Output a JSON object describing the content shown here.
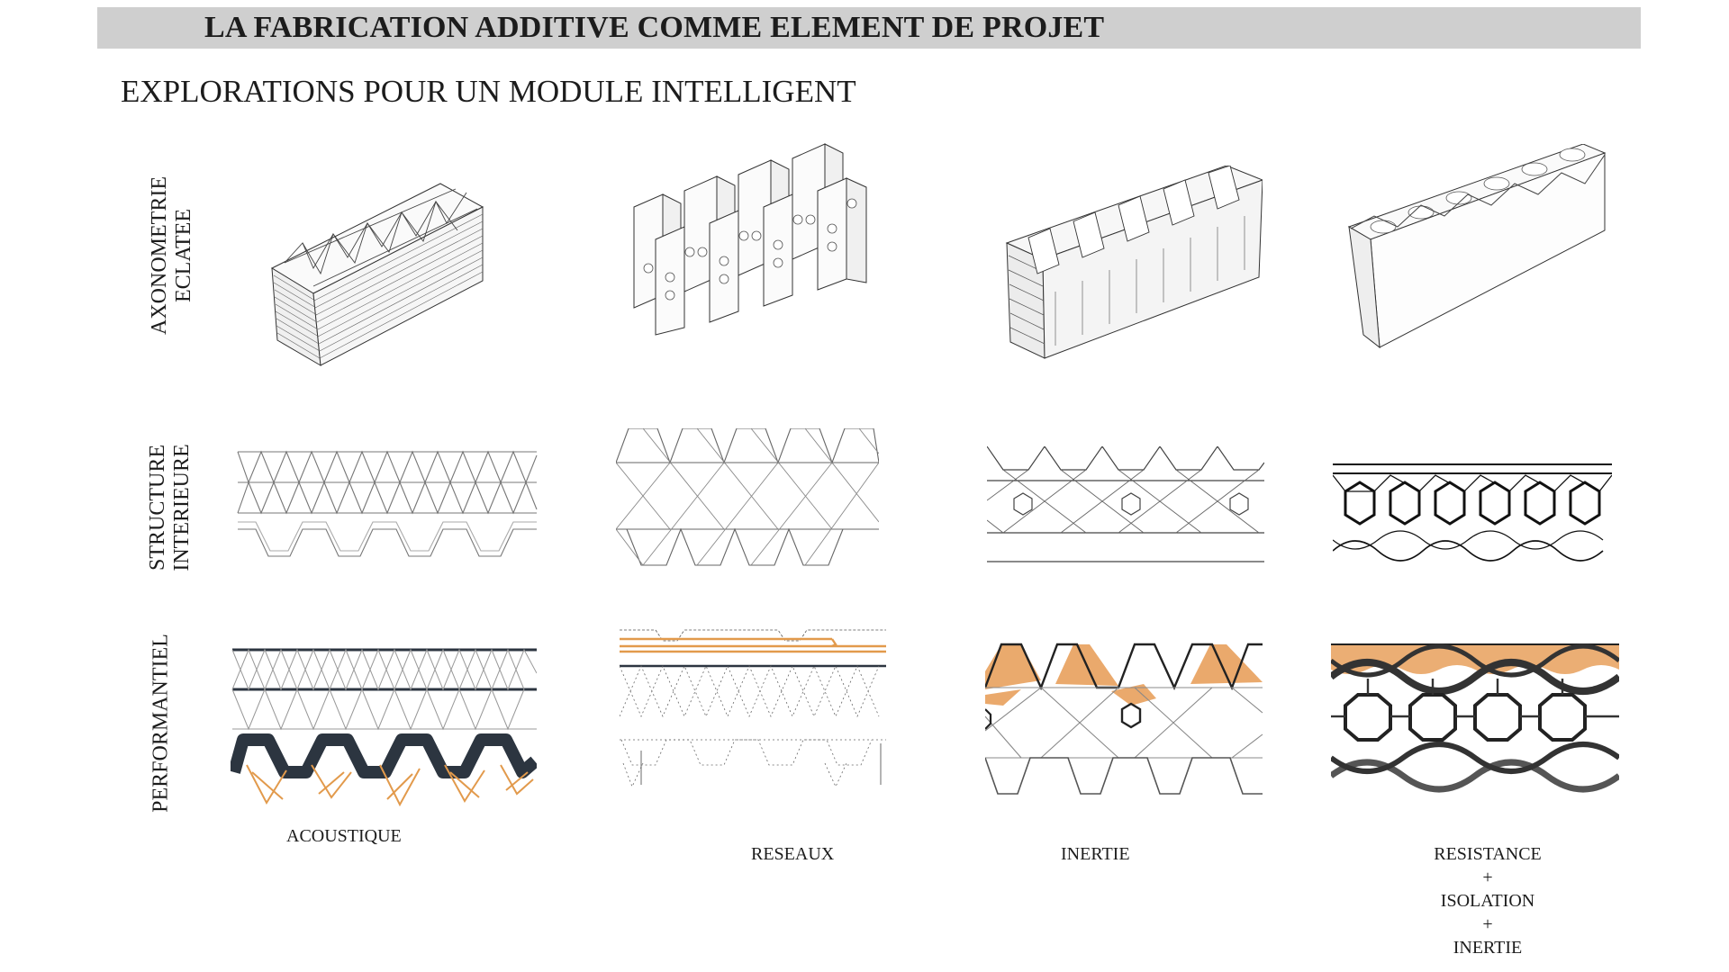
{
  "header": {
    "title": "LA FABRICATION ADDITIVE COMME ELEMENT DE PROJET"
  },
  "subtitle": "EXPLORATIONS POUR UN MODULE INTELLIGENT",
  "rows": {
    "axonometrie": [
      "AXONOMETRIE",
      "ECLATEE"
    ],
    "structure": [
      "STRUCTURE",
      "INTERIEURE"
    ],
    "performantiel": [
      "PERFORMANTIEL"
    ]
  },
  "captions": {
    "acoustique": "ACOUSTIQUE",
    "reseaux": "RESEAUX",
    "inertie": "INERTIE",
    "resistance": [
      "RESISTANCE",
      "+",
      "ISOLATION",
      "+",
      "INERTIE"
    ]
  },
  "colors": {
    "banner": "#cfcfcf",
    "orange": "#e29a4c",
    "dark": "#2c3540",
    "ink": "#1c1c1c"
  },
  "icons": [
    "module-acoustique-drawing",
    "module-reseaux-drawing",
    "module-inertie-drawing",
    "module-resistance-drawing"
  ]
}
